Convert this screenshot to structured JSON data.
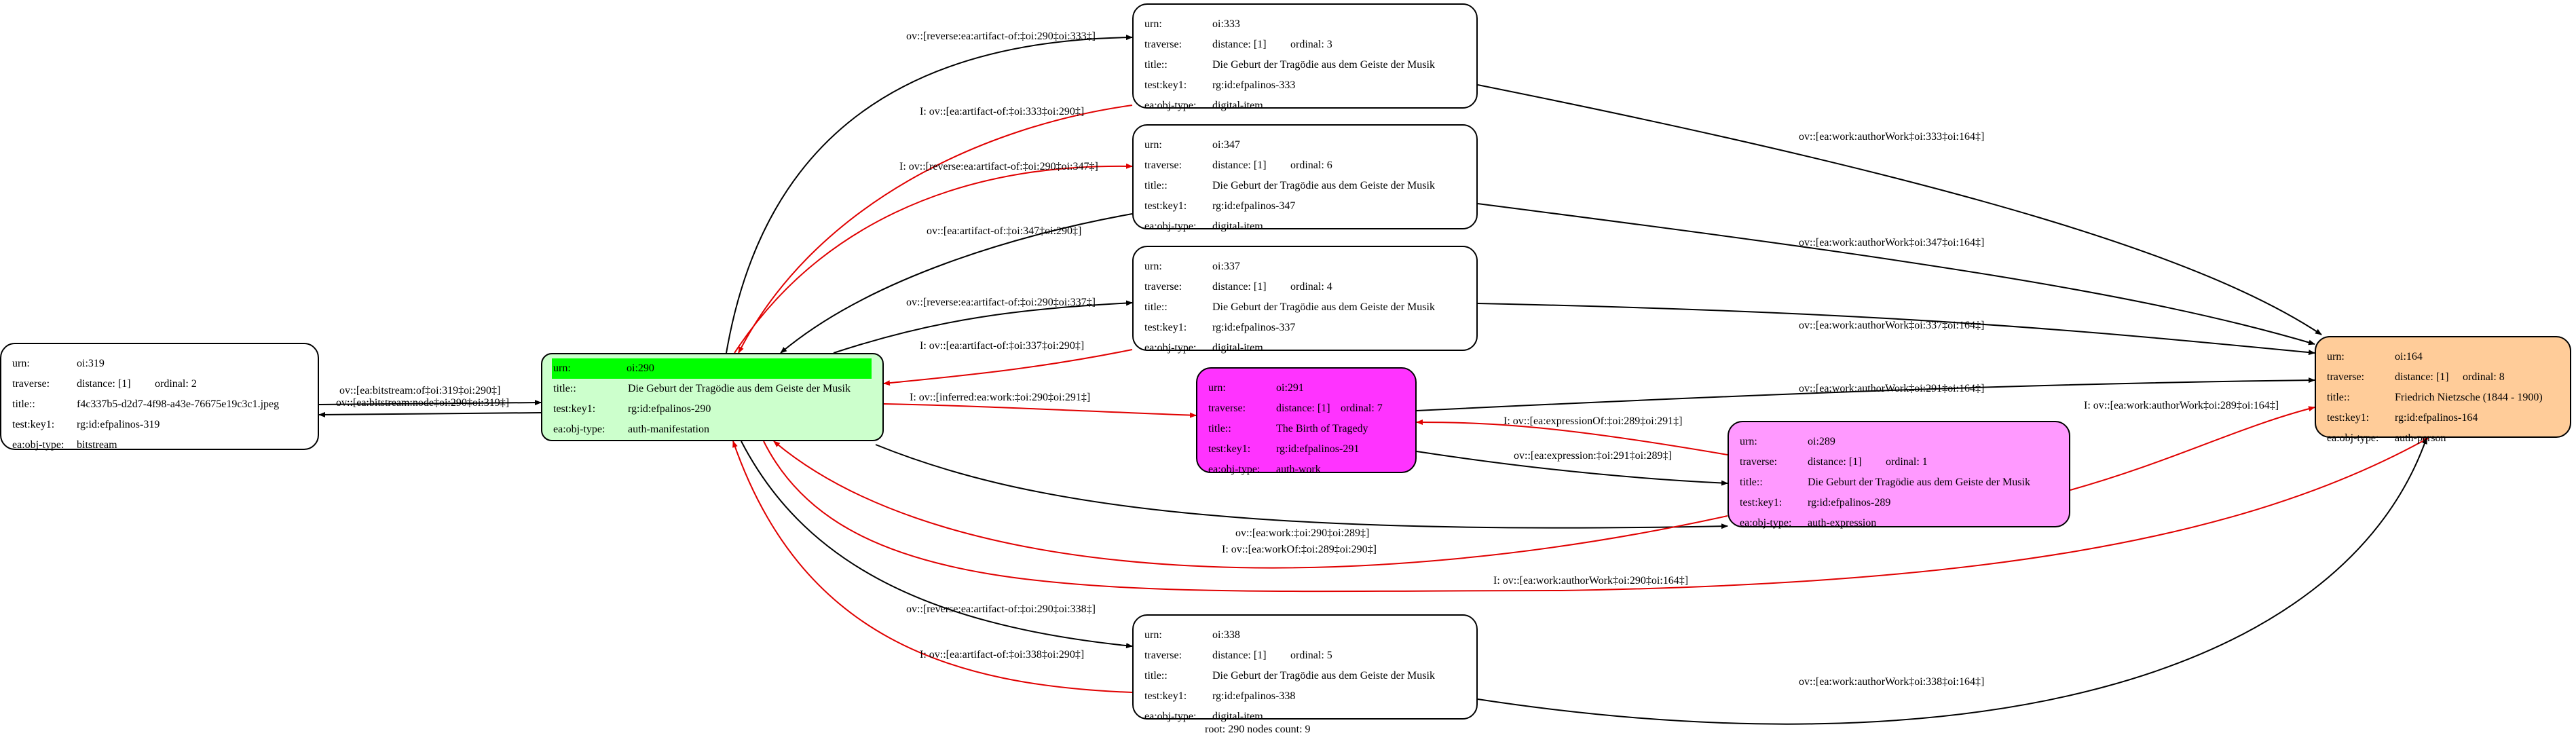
{
  "colors": {
    "edge_default": "#000000",
    "edge_inferred": "#e00000",
    "bitstream_fill": "#ffffff",
    "manifestation_fill": "#ccffcc",
    "manifestation_highlight": "#00ff00",
    "work_fill": "#ff33ff",
    "expression_fill": "#ff99ff",
    "person_fill": "#ffcc99",
    "item_fill": "#ffffff"
  },
  "nodes": {
    "n319": {
      "urn": {
        "key": "urn:",
        "value": "oi:319"
      },
      "traverse": {
        "key": "traverse:",
        "distance": "distance:  [1]",
        "ordinal": "ordinal:  2"
      },
      "title": {
        "key": "title::",
        "value": "f4c337b5-d2d7-4f98-a43e-76675e19c3c1.jpeg"
      },
      "testkey": {
        "key": "test:key1:",
        "value": "rg:id:efpalinos-319"
      },
      "objtype": {
        "key": "ea:obj-type:",
        "value": "bitstream"
      }
    },
    "n290": {
      "urn": {
        "key": "urn:",
        "value": "oi:290"
      },
      "title": {
        "key": "title::",
        "value": "Die Geburt der Tragödie aus dem Geiste der Musik"
      },
      "testkey": {
        "key": "test:key1:",
        "value": "rg:id:efpalinos-290"
      },
      "objtype": {
        "key": "ea:obj-type:",
        "value": "auth-manifestation"
      }
    },
    "n333": {
      "urn": {
        "key": "urn:",
        "value": "oi:333"
      },
      "traverse": {
        "key": "traverse:",
        "distance": "distance:  [1]",
        "ordinal": "ordinal:  3"
      },
      "title": {
        "key": "title::",
        "value": "Die Geburt der Tragödie aus dem Geiste der Musik"
      },
      "testkey": {
        "key": "test:key1:",
        "value": "rg:id:efpalinos-333"
      },
      "objtype": {
        "key": "ea:obj-type:",
        "value": "digital-item"
      }
    },
    "n347": {
      "urn": {
        "key": "urn:",
        "value": "oi:347"
      },
      "traverse": {
        "key": "traverse:",
        "distance": "distance:  [1]",
        "ordinal": "ordinal:  6"
      },
      "title": {
        "key": "title::",
        "value": "Die Geburt der Tragödie aus dem Geiste der Musik"
      },
      "testkey": {
        "key": "test:key1:",
        "value": "rg:id:efpalinos-347"
      },
      "objtype": {
        "key": "ea:obj-type:",
        "value": "digital-item"
      }
    },
    "n337": {
      "urn": {
        "key": "urn:",
        "value": "oi:337"
      },
      "traverse": {
        "key": "traverse:",
        "distance": "distance:  [1]",
        "ordinal": "ordinal:  4"
      },
      "title": {
        "key": "title::",
        "value": "Die Geburt der Tragödie aus dem Geiste der Musik"
      },
      "testkey": {
        "key": "test:key1:",
        "value": "rg:id:efpalinos-337"
      },
      "objtype": {
        "key": "ea:obj-type:",
        "value": "digital-item"
      }
    },
    "n291": {
      "urn": {
        "key": "urn:",
        "value": "oi:291"
      },
      "traverse": {
        "key": "traverse:",
        "distance": "distance:  [1]",
        "ordinal": "ordinal:  7"
      },
      "title": {
        "key": "title::",
        "value": "The Birth of Tragedy"
      },
      "testkey": {
        "key": "test:key1:",
        "value": "rg:id:efpalinos-291"
      },
      "objtype": {
        "key": "ea:obj-type:",
        "value": "auth-work"
      }
    },
    "n289": {
      "urn": {
        "key": "urn:",
        "value": "oi:289"
      },
      "traverse": {
        "key": "traverse:",
        "distance": "distance:  [1]",
        "ordinal": "ordinal:  1"
      },
      "title": {
        "key": "title::",
        "value": "Die Geburt der Tragödie aus dem Geiste der Musik"
      },
      "testkey": {
        "key": "test:key1:",
        "value": "rg:id:efpalinos-289"
      },
      "objtype": {
        "key": "ea:obj-type:",
        "value": "auth-expression"
      }
    },
    "n164": {
      "urn": {
        "key": "urn:",
        "value": "oi:164"
      },
      "traverse": {
        "key": "traverse:",
        "distance": "distance:  [1]",
        "ordinal": "ordinal:  8"
      },
      "title": {
        "key": "title::",
        "value": "Friedrich Nietzsche (1844 - 1900)"
      },
      "testkey": {
        "key": "test:key1:",
        "value": "rg:id:efpalinos-164"
      },
      "objtype": {
        "key": "ea:obj-type:",
        "value": "auth-person"
      }
    },
    "n338": {
      "urn": {
        "key": "urn:",
        "value": "oi:338"
      },
      "traverse": {
        "key": "traverse:",
        "distance": "distance:  [1]",
        "ordinal": "ordinal:  5"
      },
      "title": {
        "key": "title::",
        "value": "Die Geburt der Tragödie aus dem Geiste der Musik"
      },
      "testkey": {
        "key": "test:key1:",
        "value": "rg:id:efpalinos-338"
      },
      "objtype": {
        "key": "ea:obj-type:",
        "value": "digital-item"
      }
    }
  },
  "edges": {
    "bitstream_of": "ov::[ea:bitstream:of‡oi:319‡oi:290‡]",
    "bitstream_node": "ov::[ea:bitstream:node‡oi:290‡oi:319‡]",
    "rev_artifact_333": "ov::[reverse:ea:artifact-of:‡oi:290‡oi:333‡]",
    "artifact_333": "I: ov::[ea:artifact-of:‡oi:333‡oi:290‡]",
    "rev_artifact_347": "I: ov::[reverse:ea:artifact-of:‡oi:290‡oi:347‡]",
    "artifact_347": "ov::[ea:artifact-of:‡oi:347‡oi:290‡]",
    "rev_artifact_337": "ov::[reverse:ea:artifact-of:‡oi:290‡oi:337‡]",
    "artifact_337": "I: ov::[ea:artifact-of:‡oi:337‡oi:290‡]",
    "inferred_work": "I: ov::[inferred:ea:work:‡oi:290‡oi:291‡]",
    "work_289": "ov::[ea:work:‡oi:290‡oi:289‡]",
    "expression_of": "I: ov::[ea:expressionOf:‡oi:289‡oi:291‡]",
    "expression": "ov::[ea:expression:‡oi:291‡oi:289‡]",
    "work_of": "I: ov::[ea:workOf:‡oi:289‡oi:290‡]",
    "author_290": "I: ov::[ea:work:authorWork‡oi:290‡oi:164‡]",
    "author_333": "ov::[ea:work:authorWork‡oi:333‡oi:164‡]",
    "author_347": "ov::[ea:work:authorWork‡oi:347‡oi:164‡]",
    "author_337": "ov::[ea:work:authorWork‡oi:337‡oi:164‡]",
    "author_291": "ov::[ea:work:authorWork‡oi:291‡oi:164‡]",
    "author_289": "I: ov::[ea:work:authorWork‡oi:289‡oi:164‡]",
    "rev_artifact_338": "ov::[reverse:ea:artifact-of:‡oi:290‡oi:338‡]",
    "artifact_338": "I: ov::[ea:artifact-of:‡oi:338‡oi:290‡]",
    "author_338": "ov::[ea:work:authorWork‡oi:338‡oi:164‡]"
  },
  "footer": "root: 290 nodes count: 9"
}
